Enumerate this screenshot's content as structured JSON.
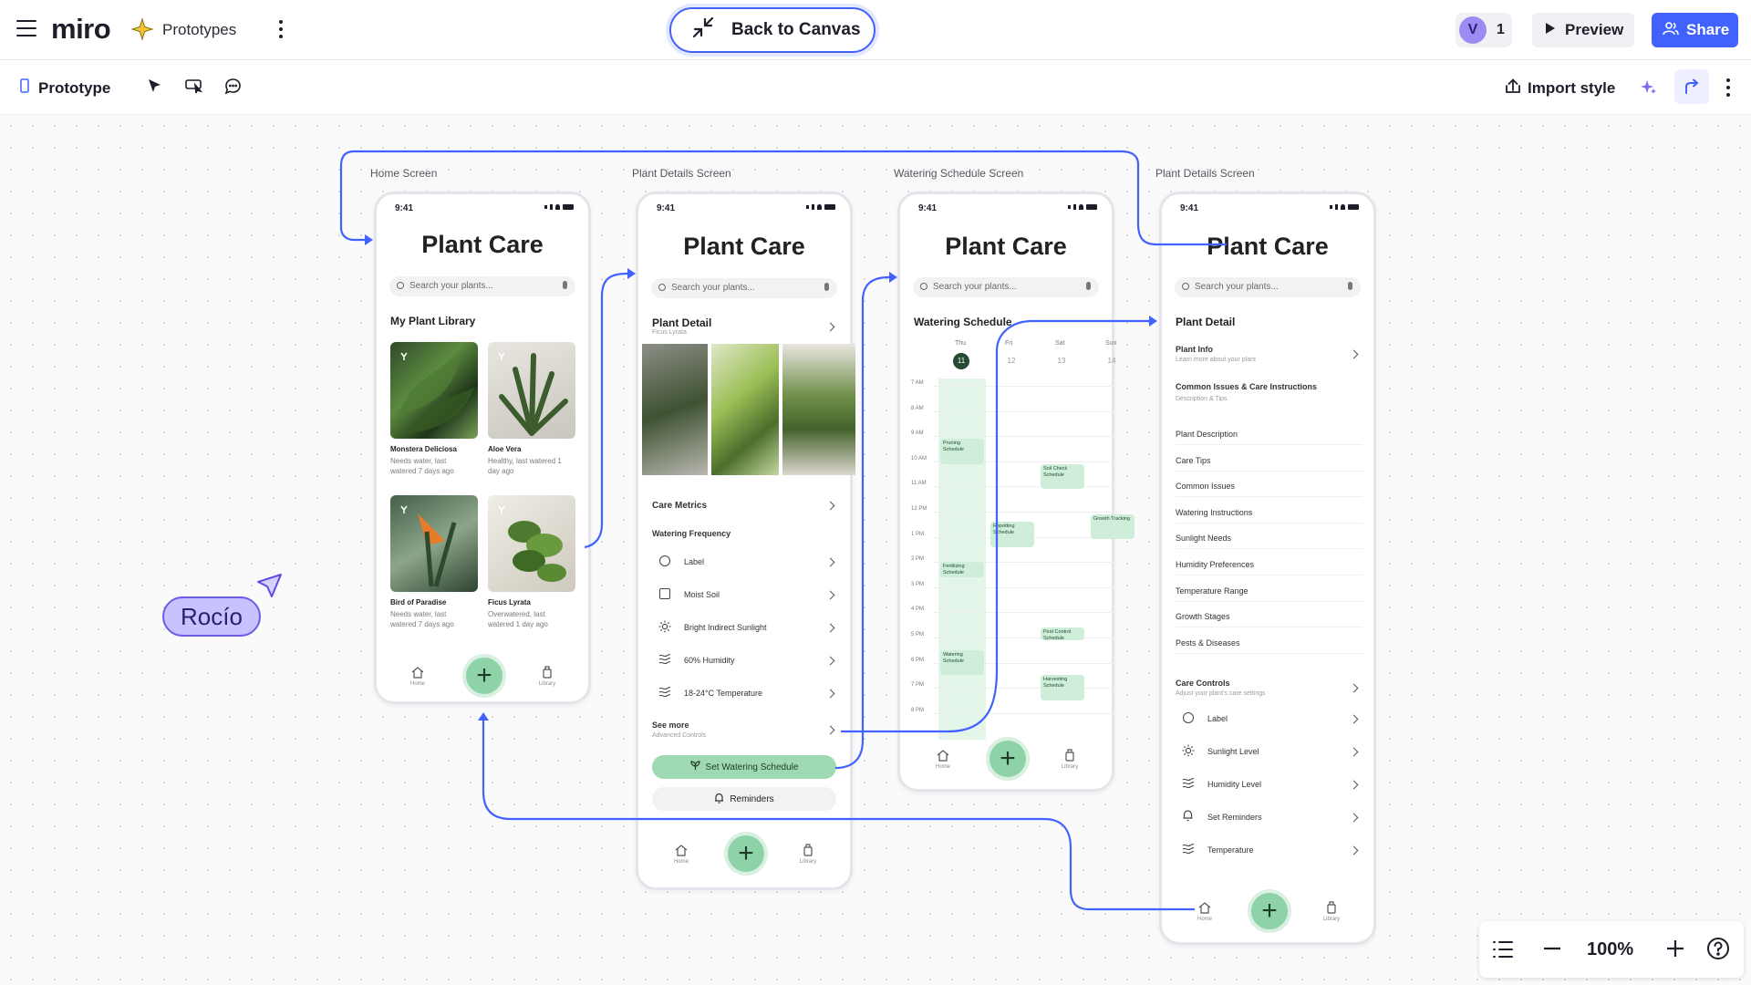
{
  "topbar": {
    "logo": "miro",
    "board_name": "Prototypes",
    "back_button": "Back to Canvas",
    "avatar_initial": "V",
    "avatar_count": "1",
    "preview": "Preview",
    "share": "Share"
  },
  "toolbar": {
    "prototype": "Prototype",
    "import_style": "Import style"
  },
  "colors": {
    "accent": "#4262ff",
    "plant_green": "#8ed3a8",
    "cursor": "#c8c2ff"
  },
  "cursor_label": "Rocío",
  "zoom": {
    "level": "100%"
  },
  "frames": {
    "home": {
      "label": "Home Screen",
      "time": "9:41",
      "title": "Plant Care",
      "search_placeholder": "Search your plants...",
      "section": "My Plant Library",
      "plants": [
        {
          "name": "Monstera Deliciosa",
          "status": "Needs water, last watered 7 days ago"
        },
        {
          "name": "Aloe Vera",
          "status": "Healthy, last watered 1 day ago"
        },
        {
          "name": "Bird of Paradise",
          "status": "Needs water, last watered 7 days ago"
        },
        {
          "name": "Ficus Lyrata",
          "status": "Overwatered, last watered 1 day ago"
        }
      ],
      "tab_home": "Home",
      "tab_library": "Library"
    },
    "details": {
      "label": "Plant Details Screen",
      "time": "9:41",
      "title": "Plant Care",
      "search_placeholder": "Search your plants...",
      "heading": "Plant Detail",
      "subheading": "Ficus Lyrata",
      "care_metrics": "Care Metrics",
      "watering_frequency": "Watering Frequency",
      "rows": [
        "Label",
        "Moist Soil",
        "Bright Indirect Sunlight",
        "60% Humidity",
        "18-24°C Temperature"
      ],
      "see_more": "See more",
      "see_more_sub": "Advanced Controls",
      "set_schedule": "Set Watering Schedule",
      "reminders": "Reminders",
      "tab_home": "Home",
      "tab_library": "Library"
    },
    "schedule": {
      "label": "Watering Schedule Screen",
      "time": "9:41",
      "title": "Plant Care",
      "search_placeholder": "Search your plants...",
      "heading": "Watering Schedule",
      "days": [
        {
          "name": "Thu",
          "num": "11"
        },
        {
          "name": "Fri",
          "num": "12"
        },
        {
          "name": "Sat",
          "num": "13"
        },
        {
          "name": "Sun",
          "num": "14"
        }
      ],
      "times": [
        "7 AM",
        "8 AM",
        "9 AM",
        "10 AM",
        "11 AM",
        "12 PM",
        "1 PM",
        "2 PM",
        "3 PM",
        "4 PM",
        "5 PM",
        "6 PM",
        "7 PM",
        "8 PM"
      ],
      "events": [
        {
          "title": "Pruning Schedule",
          "day": 0,
          "start": 2.1,
          "dur": 1.0
        },
        {
          "title": "Soil Check Schedule",
          "day": 2,
          "start": 3.1,
          "dur": 1.0
        },
        {
          "title": "Repotting Schedule",
          "day": 1,
          "start": 5.4,
          "dur": 1.0
        },
        {
          "title": "Growth Tracking",
          "day": 3,
          "start": 5.1,
          "dur": 1.0
        },
        {
          "title": "Fertilizing Schedule",
          "day": 0,
          "start": 7.0,
          "dur": 0.6
        },
        {
          "title": "Pest Control Schedule",
          "day": 2,
          "start": 9.6,
          "dur": 0.5
        },
        {
          "title": "Watering Schedule",
          "day": 0,
          "start": 10.5,
          "dur": 1.0
        },
        {
          "title": "Harvesting Schedule",
          "day": 2,
          "start": 11.5,
          "dur": 1.0
        }
      ],
      "tab_home": "Home",
      "tab_library": "Library"
    },
    "details2": {
      "label": "Plant Details Screen",
      "time": "9:41",
      "title": "Plant Care",
      "search_placeholder": "Search your plants...",
      "heading": "Plant Detail",
      "plant_info": "Plant Info",
      "plant_info_sub": "Learn more about your plant",
      "common_issues": "Common Issues & Care Instructions",
      "common_issues_sub": "Description & Tips",
      "list": [
        "Plant Description",
        "Care Tips",
        "Common Issues",
        "Watering Instructions",
        "Sunlight Needs",
        "Humidity Preferences",
        "Temperature Range",
        "Growth Stages",
        "Pests & Diseases"
      ],
      "care_controls": "Care Controls",
      "care_controls_sub": "Adjust your plant's care settings",
      "controls": [
        "Label",
        "Sunlight Level",
        "Humidity Level",
        "Set Reminders",
        "Temperature"
      ],
      "tab_home": "Home",
      "tab_library": "Library"
    }
  }
}
